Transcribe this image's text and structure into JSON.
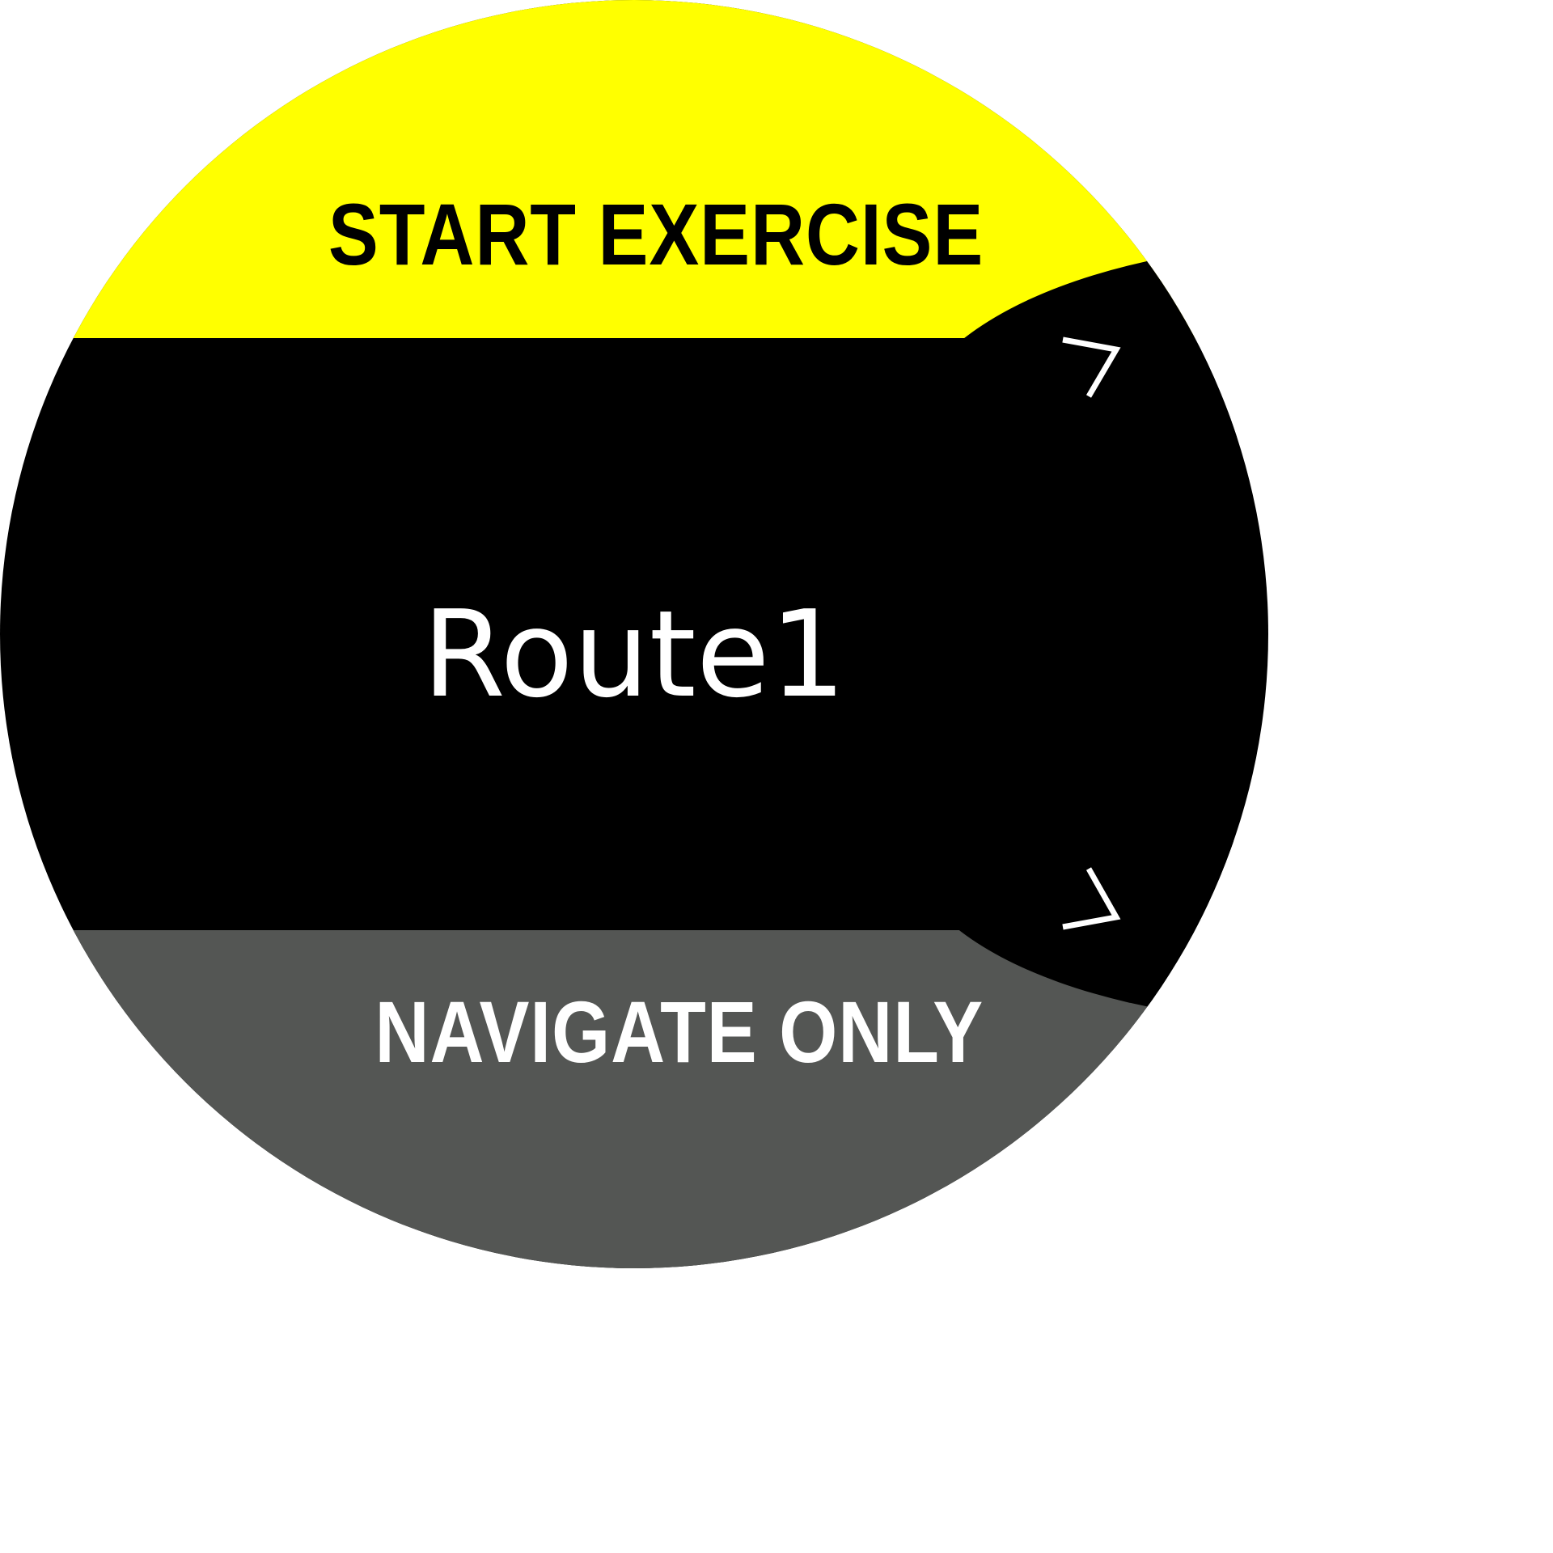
{
  "screen": {
    "background": "#000000",
    "accent_color": "#ffff00",
    "secondary_color": "#545654"
  },
  "top_action": {
    "label": "START EXERCISE",
    "color": "#ffff00",
    "icon": "arrow-up-right-icon"
  },
  "center": {
    "route_name": "Route1"
  },
  "bottom_action": {
    "label": "NAVIGATE ONLY",
    "color": "#545654",
    "icon": "arrow-down-right-icon"
  }
}
